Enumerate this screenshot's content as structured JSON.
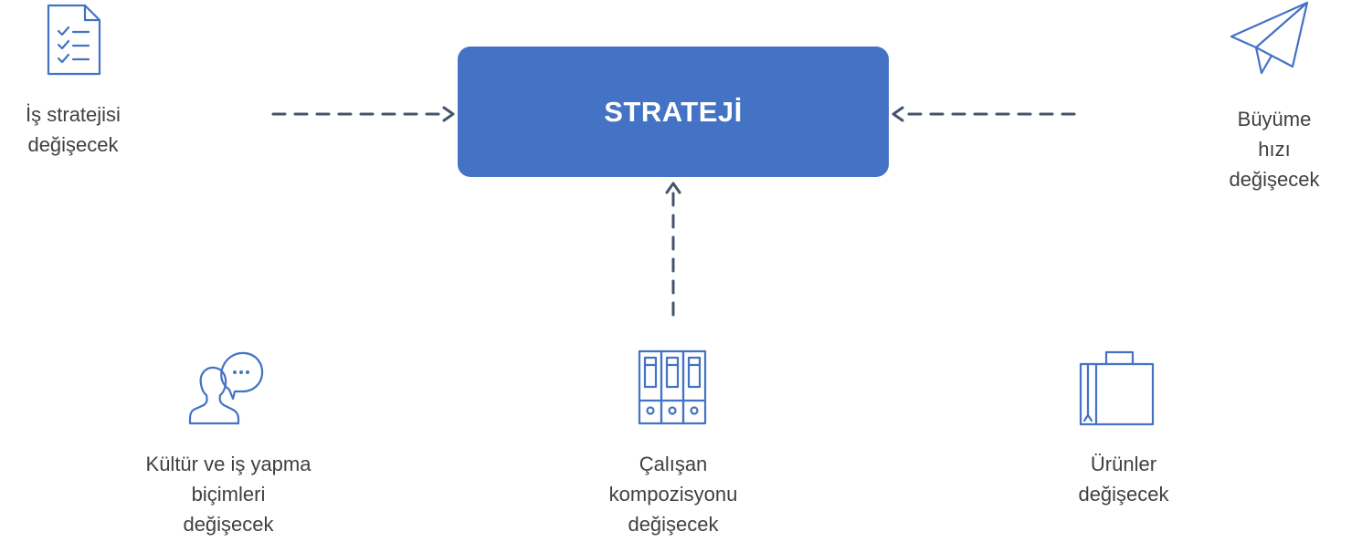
{
  "center": {
    "label": "STRATEJİ"
  },
  "nodes": {
    "strategy": {
      "icon": "checklist-document-icon",
      "lines": [
        "İş stratejisi",
        "değişecek"
      ]
    },
    "growth": {
      "icon": "paper-plane-icon",
      "lines": [
        "Büyüme",
        "hızı",
        "değişecek"
      ]
    },
    "culture": {
      "icon": "person-speech-bubble-icon",
      "lines": [
        "Kültür ve iş yapma",
        "biçimleri",
        "değişecek"
      ]
    },
    "employee": {
      "icon": "binders-icon",
      "lines": [
        "Çalışan",
        "kompozisyonu",
        "değişecek"
      ]
    },
    "products": {
      "icon": "shopping-bag-icon",
      "lines": [
        "Ürünler",
        "değişecek"
      ]
    }
  },
  "colors": {
    "accent": "#4472c4",
    "icon": "#4472c4",
    "arrow": "#44546a",
    "text": "#404040"
  }
}
